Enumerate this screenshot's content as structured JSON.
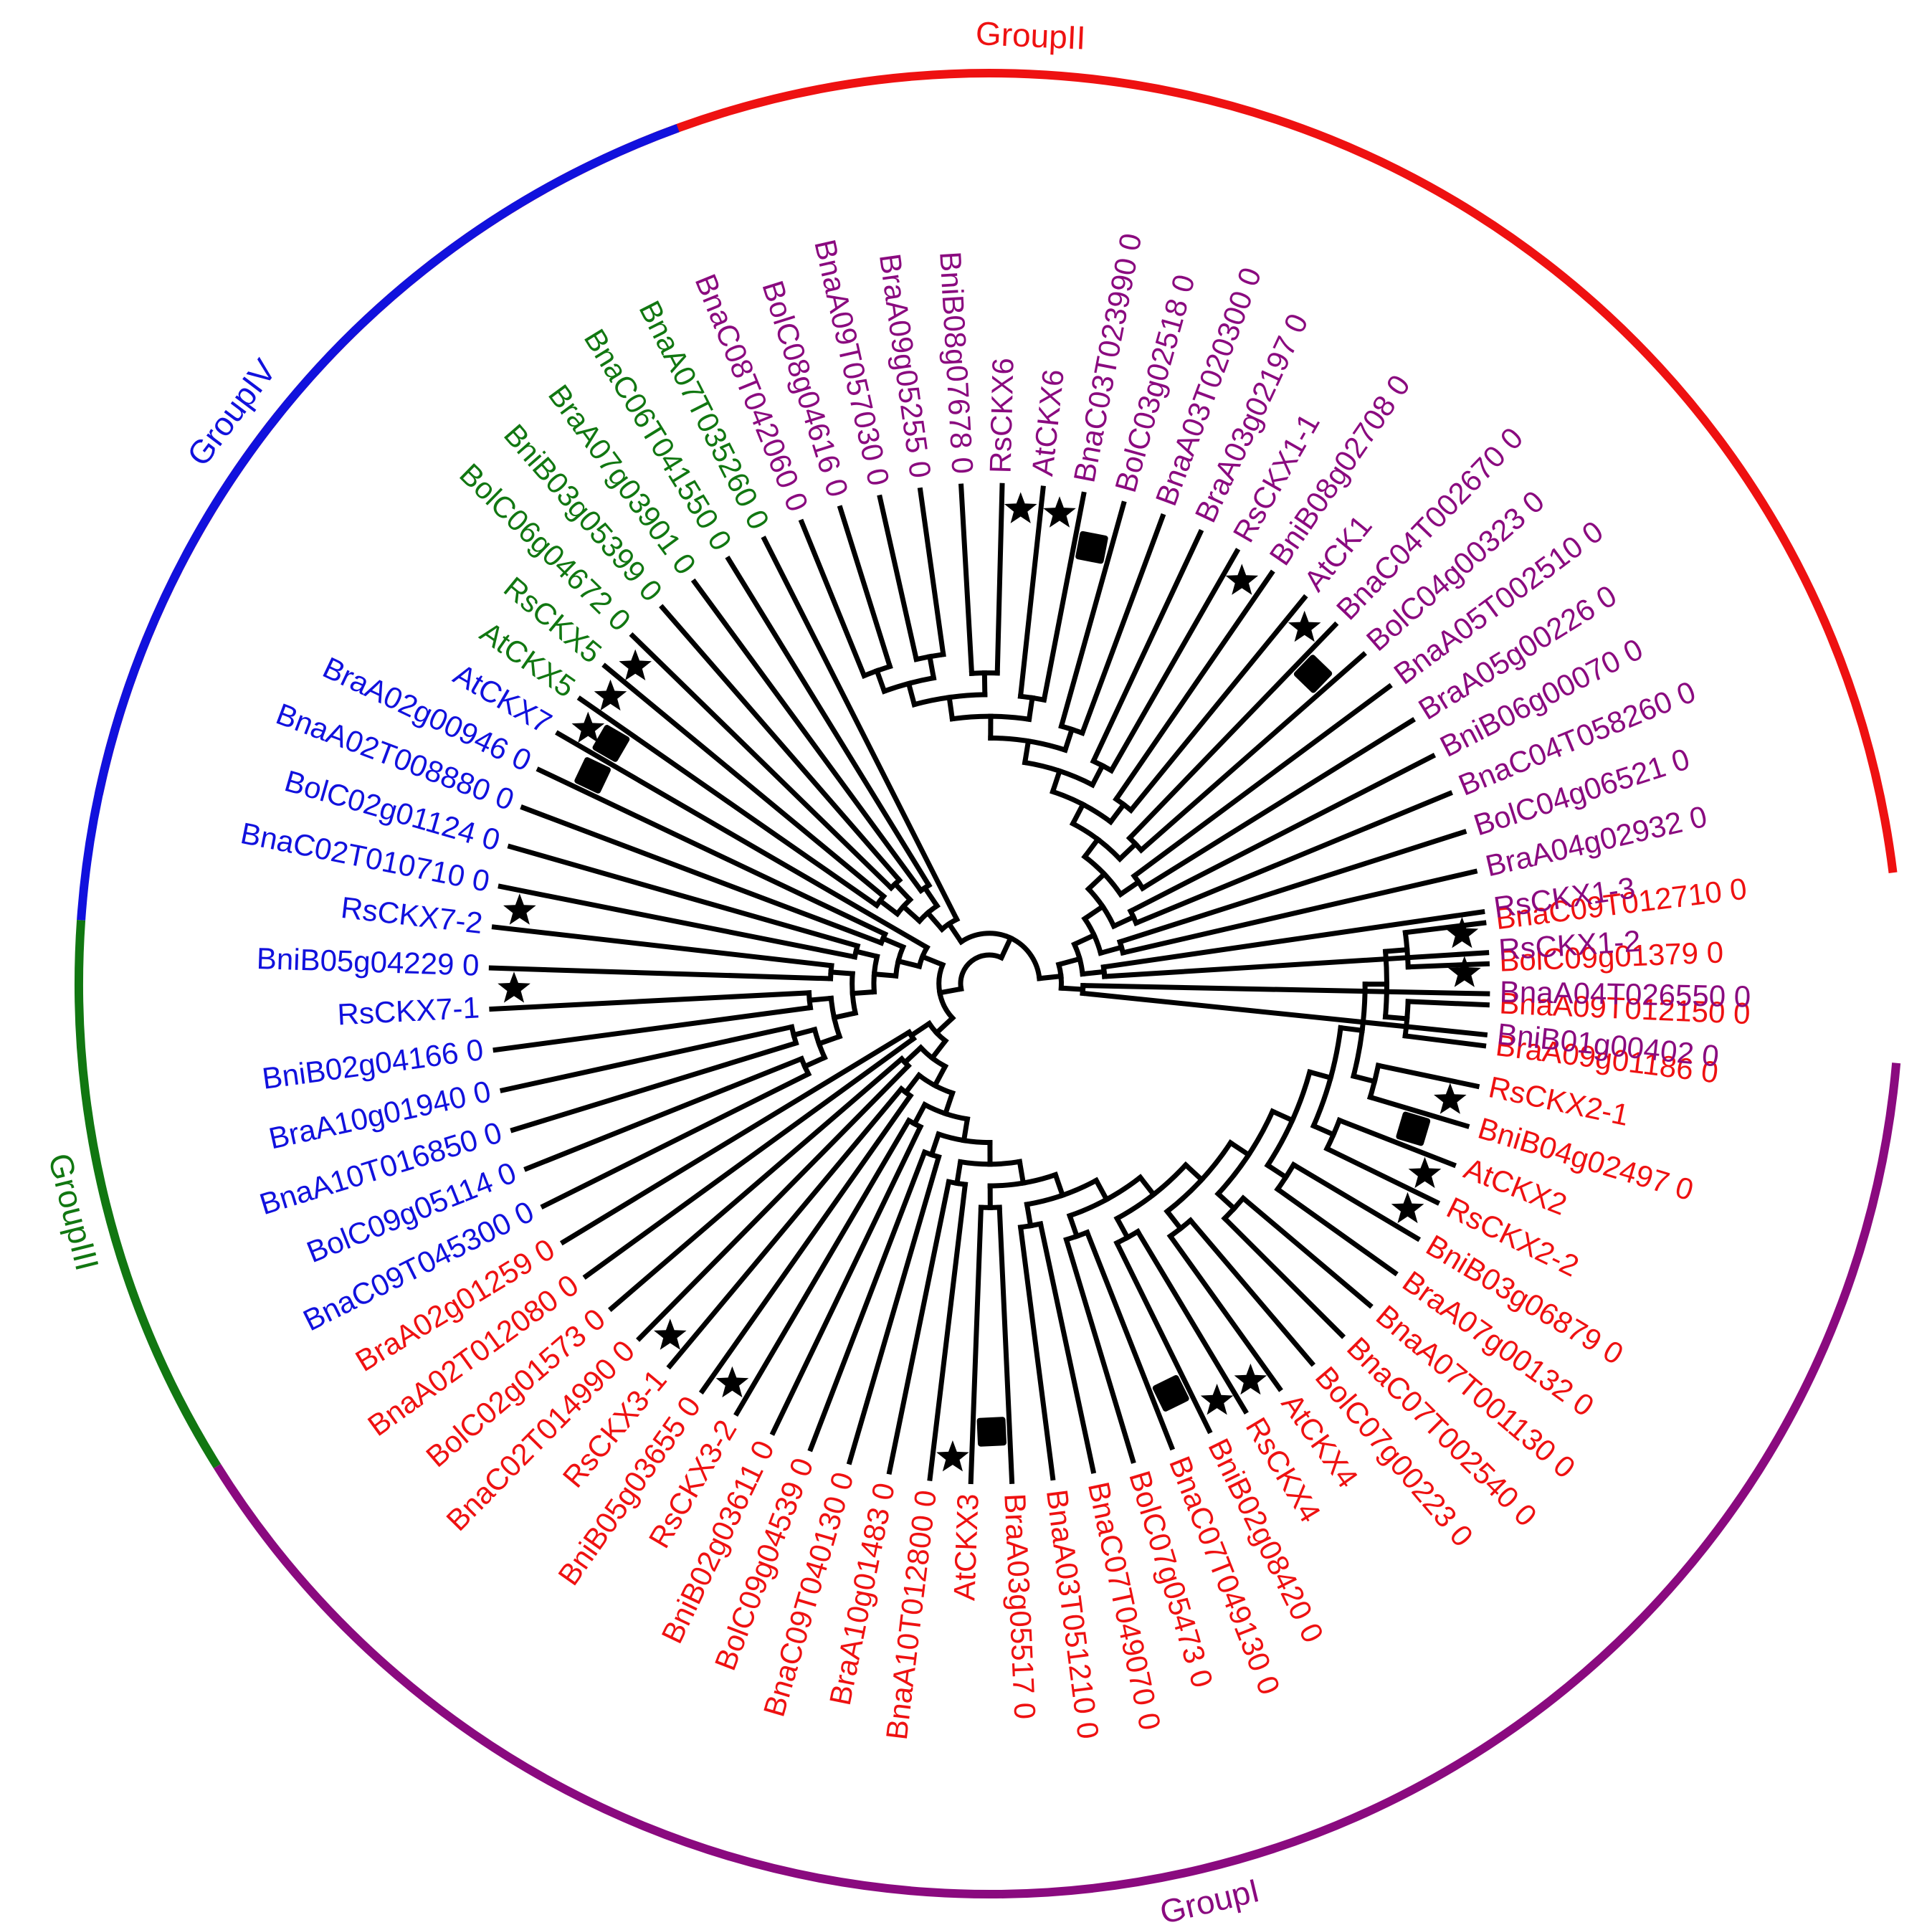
{
  "figure": {
    "groups": [
      {
        "label": "GroupII",
        "color": "#ee1111",
        "arc": [
          -168,
          -7
        ]
      },
      {
        "label": "GroupI",
        "color": "#8a0a7f",
        "arc": [
          5,
          148
        ]
      },
      {
        "label": "GroupIII",
        "color": "#117711",
        "arc": [
          148,
          184
        ]
      },
      {
        "label": "GroupIV",
        "color": "#1111dd",
        "arc": [
          184,
          250
        ]
      }
    ],
    "clades": [
      {
        "group": 0,
        "members": [
          "BnaC09T012710 0",
          "BolC09g01379 0",
          "BnaA09T012150 0",
          "BraA09g01186 0",
          "RsCKX2-1",
          "BniB04g02497 0",
          "AtCKX2",
          "RsCKX2-2",
          "BniB03g06879 0",
          "BraA07g00132 0",
          "BnaA07T001130 0",
          "BnaC07T002540 0",
          "BolC07g00223 0",
          "AtCKX4",
          "RsCKX4",
          "BniB02g08420 0",
          "BnaC07T049130 0",
          "BolC07g05473 0",
          "BnaC07T049070 0",
          "BnaA03T051210 0",
          "BraA03g05517 0",
          "AtCKX3",
          "BnaA10T012800 0",
          "BraA10g01483 0",
          "BnaC09T040130 0",
          "BolC09g04539 0",
          "BniB02g03611 0",
          "RsCKX3-2",
          "BniB05g03655 0",
          "RsCKX3-1",
          "BnaC02T014990 0",
          "BolC02g01573 0",
          "BnaA02T012080 0",
          "BraA02g01259 0"
        ]
      },
      {
        "group": 3,
        "members": [
          "BnaC09T045300 0",
          "BolC09g05114 0",
          "BnaA10T016850 0",
          "BraA10g01940 0",
          "BniB02g04166 0",
          "RsCKX7-1",
          "BniB05g04229 0",
          "RsCKX7-2",
          "BnaC02T010710 0",
          "BolC02g01124 0",
          "BnaA02T008880 0",
          "BraA02g00946 0",
          "AtCKX7"
        ]
      },
      {
        "group": 2,
        "members": [
          "AtCKX5",
          "RsCKX5",
          "BolC06g04672 0",
          "BniB03g05399 0",
          "BraA07g03901 0",
          "BnaC06T041550 0",
          "BnaA07T035260 0"
        ]
      },
      {
        "group": 1,
        "members": [
          "BnaC08T042060 0",
          "BolC08g04616 0",
          "BnaA09T057030 0",
          "BraA09g05255 0",
          "BniB08g07678 0",
          "RsCKX6",
          "AtCKX6",
          "BnaC03T023990 0",
          "BolC03g02518 0",
          "BnaA03T020300 0",
          "BraA03g02197 0",
          "RsCKX1-1",
          "BniB08g02708 0",
          "AtCK1",
          "BnaC04T002670 0",
          "BolC04g00323 0",
          "BnaA05T002510 0",
          "BraA05g00226 0",
          "BniB06g00070 0",
          "BnaC04T058260 0",
          "BolC04g06521 0",
          "BraA04g02932 0",
          "RsCKX1-3",
          "RsCKX1-2",
          "BnaA04T026550 0",
          "BniB01g00402 0"
        ]
      }
    ],
    "markers": {
      "star": [
        "AtCKX2",
        "AtCKX4",
        "AtCKX3",
        "AtCKX5",
        "AtCKX7",
        "AtCKX6",
        "AtCK1",
        "RsCKX2-1",
        "RsCKX2-2",
        "RsCKX4",
        "RsCKX3-1",
        "RsCKX3-2",
        "RsCKX7-1",
        "RsCKX7-2",
        "RsCKX5",
        "RsCKX6",
        "RsCKX1-1",
        "RsCKX1-2",
        "RsCKX1-3"
      ],
      "square": [
        "BniB04g02497 0",
        "BniB02g08420 0",
        "BraA03g05517 0",
        "BraA02g00946 0",
        "AtCKX7",
        "BnaC03T023990 0",
        "BnaC04T002670 0"
      ]
    }
  }
}
